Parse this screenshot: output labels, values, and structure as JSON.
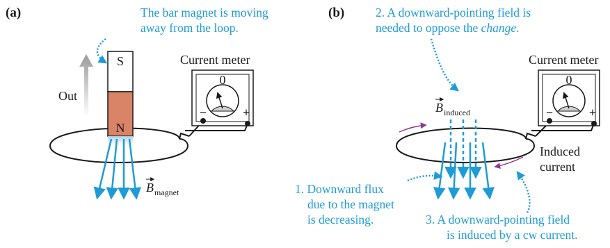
{
  "panel_a": {
    "label": "(a)",
    "note_lines": [
      "The bar magnet is moving",
      "away from the loop."
    ],
    "magnet_top_pole": "S",
    "magnet_bottom_pole": "N",
    "motion_label": "Out",
    "meter_title": "Current meter",
    "meter_zero": "0",
    "meter_minus": "−",
    "meter_plus": "+",
    "field_symbol": "B",
    "field_subscript": "magnet"
  },
  "panel_b": {
    "label": "(b)",
    "note2_lines": [
      "2. A downward-pointing field is",
      "needed to oppose the ",
      "change",
      "."
    ],
    "meter_title": "Current meter",
    "meter_zero": "0",
    "meter_minus": "−",
    "meter_plus": "+",
    "field_symbol": "B",
    "field_subscript": "induced",
    "induced_current_lines": [
      "Induced",
      "current"
    ],
    "note1_lines": [
      "1. Downward flux",
      "due to the magnet",
      "is decreasing."
    ],
    "note3_lines": [
      "3. A downward-pointing field",
      "is induced by a cw current."
    ]
  },
  "colors": {
    "accent_blue": "#1e9bd7",
    "magnet_red": "#d98367",
    "current_purple": "#8b3a8f",
    "ink": "#1a1a1a"
  }
}
